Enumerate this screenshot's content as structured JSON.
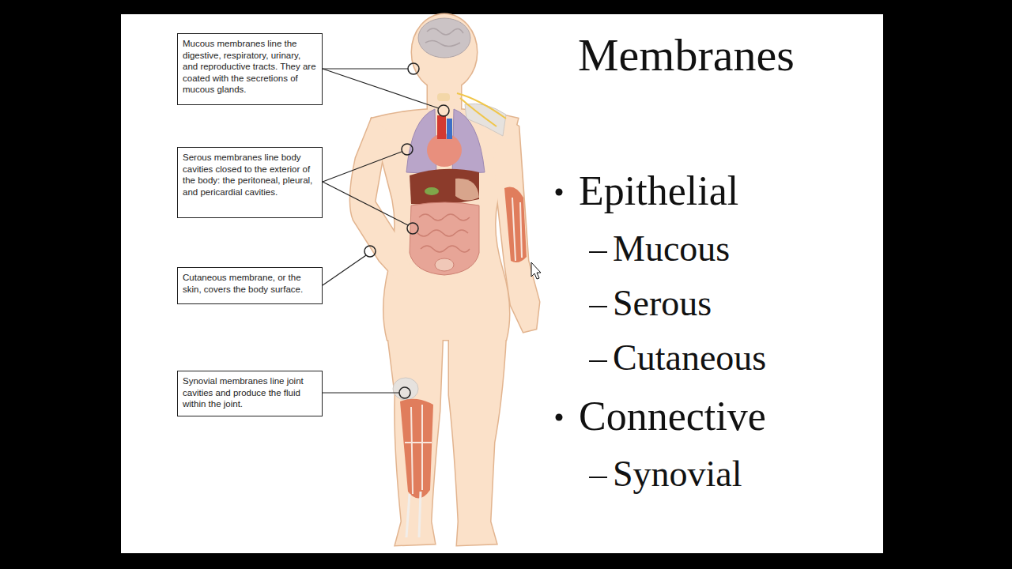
{
  "diagram": {
    "title": "Membranes",
    "nodes": [
      {
        "text": [
          "Mucous membranes line the digestive, respiratory, urinary, and reproductive tracts. They are coated with the secretions of mucous glands."
        ]
      },
      {
        "text": [
          "Serous membranes line body cavities closed to the exterior of the body: the peritoneal, pleural, and pericardial cavities."
        ]
      },
      {
        "text": [
          "Cutaneous membrane, or the skin, covers the body surface."
        ]
      },
      {
        "text": [
          "Synovial membranes line joint cavities and produce the fluid within the joint."
        ]
      }
    ],
    "labels": [
      "Epithelial",
      "Mucous",
      "Serous",
      "Cutaneous",
      "Connective",
      "Synovial"
    ]
  }
}
